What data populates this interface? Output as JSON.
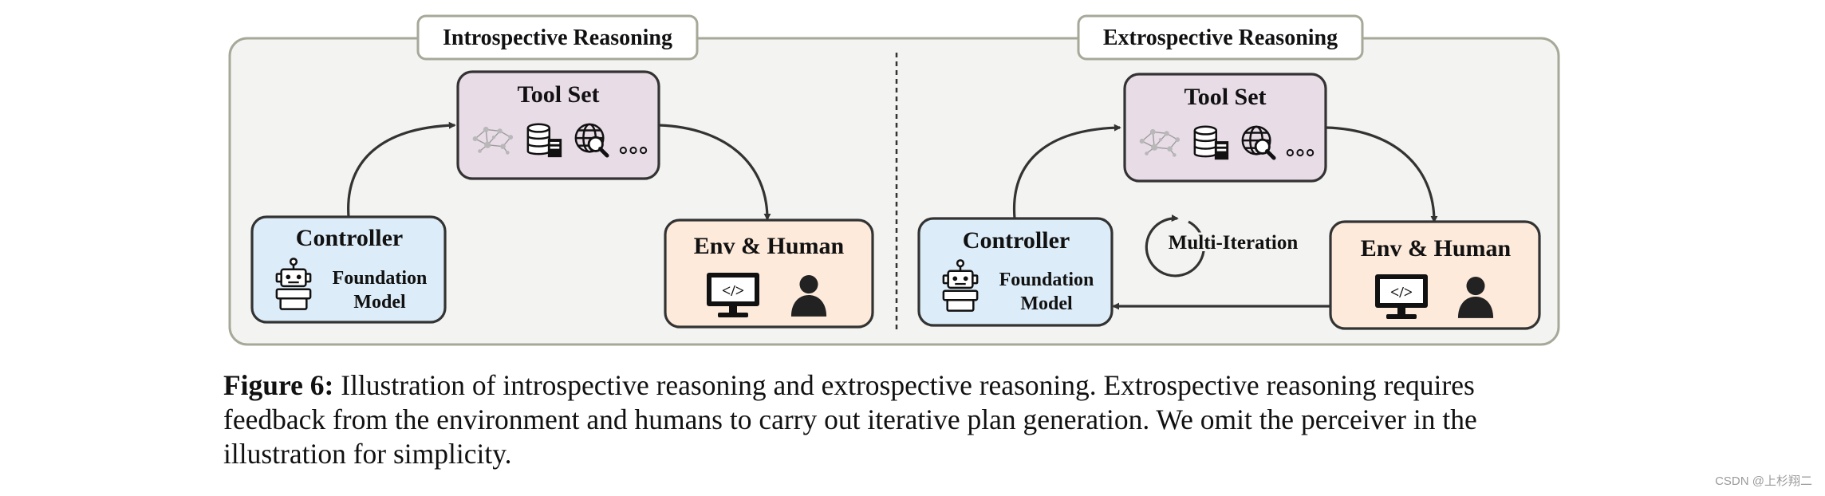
{
  "figure": {
    "left_panel": {
      "title": "Introspective Reasoning",
      "toolset": {
        "title": "Tool Set",
        "icons": [
          "network-graph-icon",
          "database-server-icon",
          "web-search-icon",
          "ellipsis-icon"
        ]
      },
      "controller": {
        "title": "Controller",
        "sub1": "Foundation",
        "sub2": "Model",
        "icon": "robot-icon"
      },
      "env": {
        "title": "Env & Human",
        "icons": [
          "monitor-code-icon",
          "person-icon"
        ]
      }
    },
    "right_panel": {
      "title": "Extrospective Reasoning",
      "toolset": {
        "title": "Tool Set",
        "icons": [
          "network-graph-icon",
          "database-server-icon",
          "web-search-icon",
          "ellipsis-icon"
        ]
      },
      "controller": {
        "title": "Controller",
        "sub1": "Foundation",
        "sub2": "Model",
        "icon": "robot-icon"
      },
      "env": {
        "title": "Env & Human",
        "icons": [
          "monitor-code-icon",
          "person-icon"
        ]
      },
      "iteration_label": "Multi-Iteration"
    },
    "colors": {
      "panel_bg": "#f3f3f1",
      "panel_border": "#a6a898",
      "toolset_fill": "#e8dce6",
      "controller_fill": "#dcecf8",
      "env_fill": "#fdeadb",
      "stroke": "#333333"
    }
  },
  "caption": {
    "label": "Figure 6:",
    "text": " Illustration of introspective reasoning and extrospective reasoning. Extrospective reasoning requires feedback from the environment and humans to carry out iterative plan generation. We omit the perceiver in the illustration for simplicity."
  },
  "watermark": "CSDN @上杉翔二"
}
